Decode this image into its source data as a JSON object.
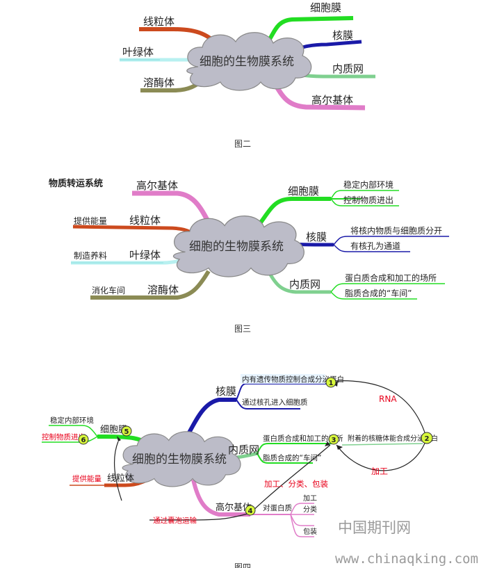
{
  "figure2": {
    "center": "细胞的生物膜系统",
    "caption": "图二",
    "right": [
      "细胞膜",
      "核膜",
      "内质网",
      "高尔基体"
    ],
    "left": [
      "线粒体",
      "叶绿体",
      "溶酶体"
    ]
  },
  "figure3": {
    "caption": "图三",
    "center": "细胞的生物膜系统",
    "heading": "物质转运系统",
    "left": [
      {
        "label": "高尔基体",
        "note": ""
      },
      {
        "label": "线粒体",
        "note": "提供能量"
      },
      {
        "label": "叶绿体",
        "note": "制造养料"
      },
      {
        "label": "溶酶体",
        "note": "消化车间"
      }
    ],
    "right": [
      {
        "label": "细胞膜",
        "subs": [
          "稳定内部环境",
          "控制物质进出"
        ]
      },
      {
        "label": "核膜",
        "subs": [
          "将核内物质与细胞质分开",
          "有核孔为通道"
        ]
      },
      {
        "label": "内质网",
        "subs": [
          "蛋白质合成和加工的场所",
          "脂质合成的“车间”"
        ]
      }
    ]
  },
  "figure4": {
    "center": "细胞的生物膜系统",
    "caption": "图四",
    "nucleus": {
      "label": "核膜",
      "subs": [
        "内有遗传物质控制合成分泌蛋白",
        "通过核孔进入细胞质"
      ]
    },
    "er": {
      "label": "内质网",
      "subs": [
        "蛋白质合成和加工的场所",
        "脂质合成的“车间”"
      ]
    },
    "golgi": {
      "label": "高尔基体",
      "sub": "对蛋白质",
      "leaves": [
        "加工",
        "分类",
        "包装"
      ],
      "note": "加工、分类、包装"
    },
    "membrane": {
      "label": "细胞膜",
      "subs": [
        "稳定内部环境",
        "控制物质进出"
      ]
    },
    "mito": {
      "label": "线粒体",
      "note": "提供能量"
    },
    "vesicle": "通过囊泡运输",
    "ribosome": "附着的核糖体能合成分泌蛋白",
    "rna": "RNA",
    "process": "加工",
    "numbers": [
      "1",
      "2",
      "3",
      "4",
      "5",
      "6"
    ]
  },
  "watermark": {
    "cn": "中国期刊网",
    "url": "www.chinaqking.com"
  }
}
